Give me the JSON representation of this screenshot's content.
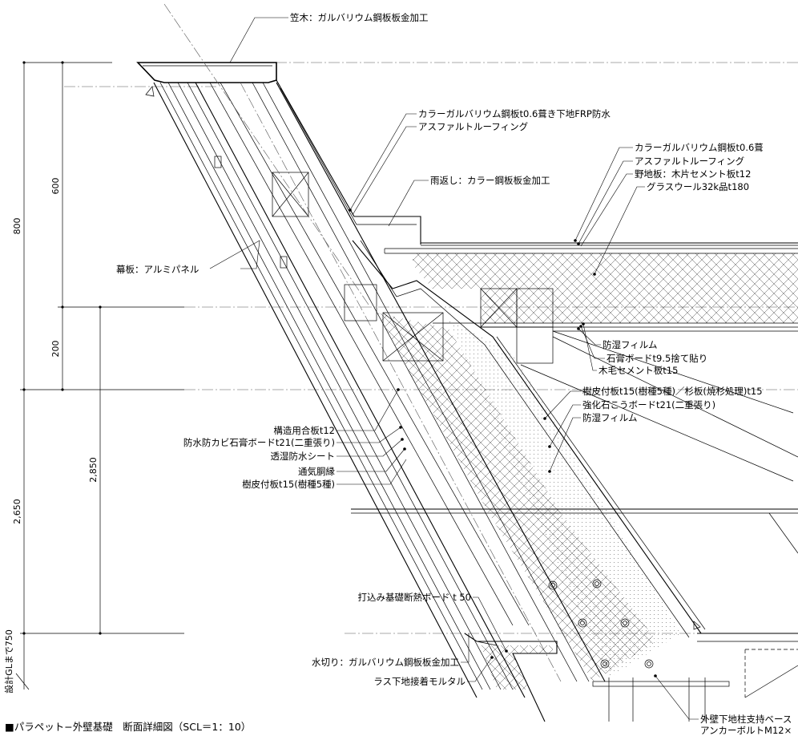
{
  "title": "■パラペット−外壁基礎　断面詳細図（SCL＝1：10）",
  "labels": {
    "kasagi": "笠木：ガルバリウム鋼板板金加工",
    "roof_color_galva": "カラーガルバリウム鋼板t0.6葺き下地FRP防水",
    "roof_asphalt": "アスファルトルーフィング",
    "amagaeshi": "雨返し：カラー鋼板板金加工",
    "r_color_galva": "カラーガルバリウム鋼板t0.6葺",
    "r_asphalt": "アスファルトルーフィング",
    "r_nojiita": "野地板：木片セメント板t12",
    "r_glasswool": "グラスウール32k品t180",
    "makuita": "幕板：アルミパネル",
    "boshitsu_film1": "防湿フィルム",
    "sekko_board": "石膏ボードt9.5捨て貼り",
    "mokumou": "木毛セメント板t15",
    "juhi_sugi": "樹皮付板t15(樹種5種)／杉板(焼杉処理)t15",
    "kyoka_sekko": "強化石こうボードt21(二重張り)",
    "boshitsu_film2": "防湿フィルム",
    "kozo_gohan": "構造用合板t12",
    "bosui_sekko": "防水防カビ石膏ボードt21(二重張り)",
    "toshitsu_sheet": "透湿防水シート",
    "tsuki_dobuchi": "通気胴縁",
    "juhi_left": "樹皮付板t15(樹種5種)",
    "uchikomi": "打込み基礎断熱ボード t 50",
    "mizukiri": "水切り：ガルバリウム鋼板板金加工",
    "rasu": "ラス下地接着モルタル",
    "gaiheki_1": "外壁下地柱支持ベース",
    "gaiheki_2": "アンカーボルトM12×"
  },
  "dimensions": {
    "d600": "600",
    "d800": "800",
    "d200": "200",
    "d2850": "2,850",
    "d2650": "2,650",
    "gl": "設計GLまで750"
  }
}
